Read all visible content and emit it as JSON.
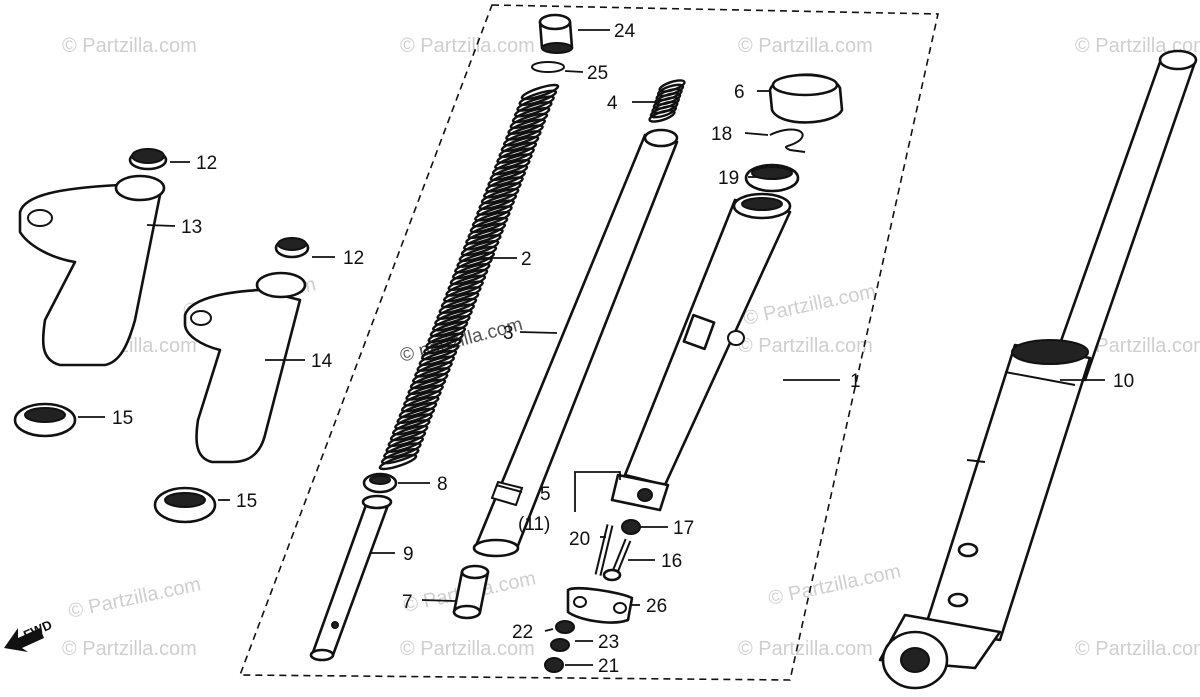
{
  "watermark": "© Partzilla.com",
  "watermark_lower": "© partzilla.com",
  "fwd_label": "FWD",
  "callouts": {
    "p1": "1",
    "p2": "2",
    "p3": "3",
    "p4": "4",
    "p5": "5",
    "p5b": "(11)",
    "p6": "6",
    "p7": "7",
    "p8": "8",
    "p9": "9",
    "p10": "10",
    "p12a": "12",
    "p12b": "12",
    "p13": "13",
    "p14": "14",
    "p15a": "15",
    "p15b": "15",
    "p16": "16",
    "p17": "17",
    "p18": "18",
    "p19": "19",
    "p20": "20",
    "p21": "21",
    "p22": "22",
    "p23": "23",
    "p24": "24",
    "p25": "25",
    "p26": "26"
  }
}
